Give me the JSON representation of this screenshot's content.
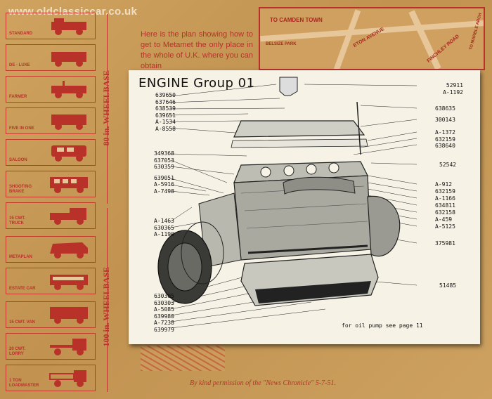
{
  "watermark": "www.oldclassiccar.co.uk",
  "intro_text": "Here is the plan showing how to get to Metamet the only place in the whole of U.K. where you can obtain",
  "vehicles": [
    {
      "label": "STANDARD"
    },
    {
      "label": "DE - LUXE"
    },
    {
      "label": "FARMER"
    },
    {
      "label": "FIVE IN ONE"
    },
    {
      "label": "SALOON"
    },
    {
      "label": "SHOOTING BRAKE"
    },
    {
      "label": "15 cwt. TRUCK"
    },
    {
      "label": "METAPLAN"
    },
    {
      "label": "ESTATE CAR"
    },
    {
      "label": "15 cwt. VAN"
    },
    {
      "label": "20 cwt. LORRY"
    },
    {
      "label": "1 ton LOADMASTER"
    }
  ],
  "wheelbase_80": "80 in.   WHEELBASE",
  "wheelbase_100": "100 in.   WHEELBASE",
  "map": {
    "camden": "TO CAMDEN TOWN",
    "belsize": "BELSIZE PARK",
    "eton": "ETON AVENUE",
    "finchley": "FINCHLEY ROAD",
    "marble": "TO MARBLE ARCH"
  },
  "credit": "By kind permission of the \"News Chronicle\" 5-7-51.",
  "panel": {
    "title": "ENGINE  Group 01",
    "left_top": [
      "639650",
      "637646",
      "638539",
      "639651",
      "A-1534",
      "A-8558"
    ],
    "left_mid": [
      "349368",
      "637053",
      "630359",
      "639051",
      "A-5916",
      "A-7498"
    ],
    "left_lower": [
      "A-1463",
      "630365",
      "A-1190"
    ],
    "left_bottom": [
      "630305",
      "630303",
      "A-5085",
      "639980",
      "A-7238",
      "639979"
    ],
    "right_top": [
      "52911",
      "A-1192"
    ],
    "right_1": "638635",
    "right_2": "300143",
    "right_3": [
      "A-1372",
      "632159",
      "638640"
    ],
    "right_4": "52542",
    "right_5": [
      "A-912",
      "632159",
      "A-1166",
      "634811",
      "632158",
      "A-459",
      "A-5125"
    ],
    "right_6": "375981",
    "right_7": "51485",
    "footnote": "for oil pump see page 11"
  }
}
